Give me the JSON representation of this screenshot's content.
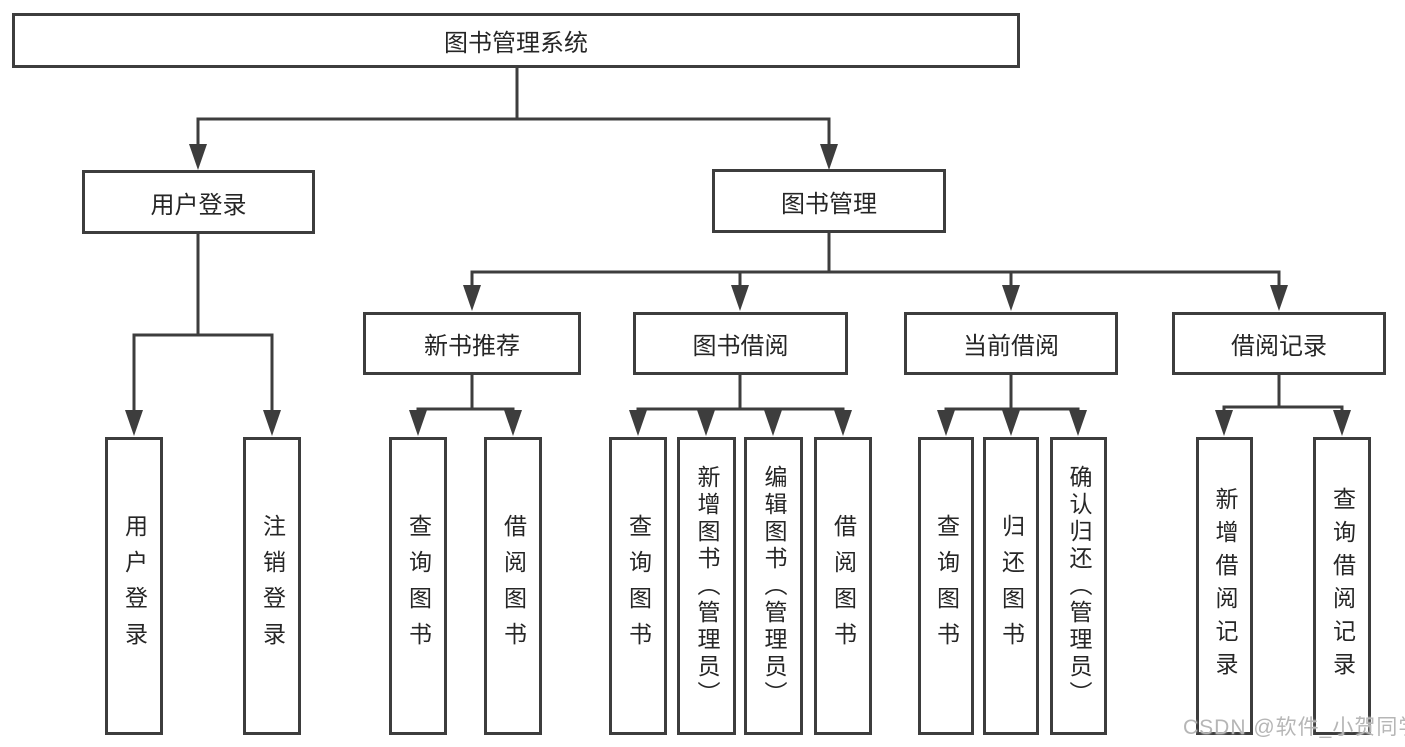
{
  "diagram": {
    "root": {
      "label": "图书管理系统"
    },
    "level2": [
      {
        "label": "用户登录",
        "children": [
          {
            "label": "用户登录"
          },
          {
            "label": "注销登录"
          }
        ]
      },
      {
        "label": "图书管理",
        "children": [
          {
            "label": "新书推荐",
            "children": [
              {
                "label": "查询图书"
              },
              {
                "label": "借阅图书"
              }
            ]
          },
          {
            "label": "图书借阅",
            "children": [
              {
                "label": "查询图书"
              },
              {
                "label": "新增图书（管理员）"
              },
              {
                "label": "编辑图书（管理员）"
              },
              {
                "label": "借阅图书"
              }
            ]
          },
          {
            "label": "当前借阅",
            "children": [
              {
                "label": "查询图书"
              },
              {
                "label": "归还图书"
              },
              {
                "label": "确认归还（管理员）"
              }
            ]
          },
          {
            "label": "借阅记录",
            "children": [
              {
                "label": "新增借阅记录"
              },
              {
                "label": "查询借阅记录"
              }
            ]
          }
        ]
      }
    ],
    "watermark": "CSDN @软件_小贺同学",
    "colors": {
      "line": "#3d3d3d",
      "text": "#262626",
      "watermark": "#b6b6b6"
    }
  }
}
